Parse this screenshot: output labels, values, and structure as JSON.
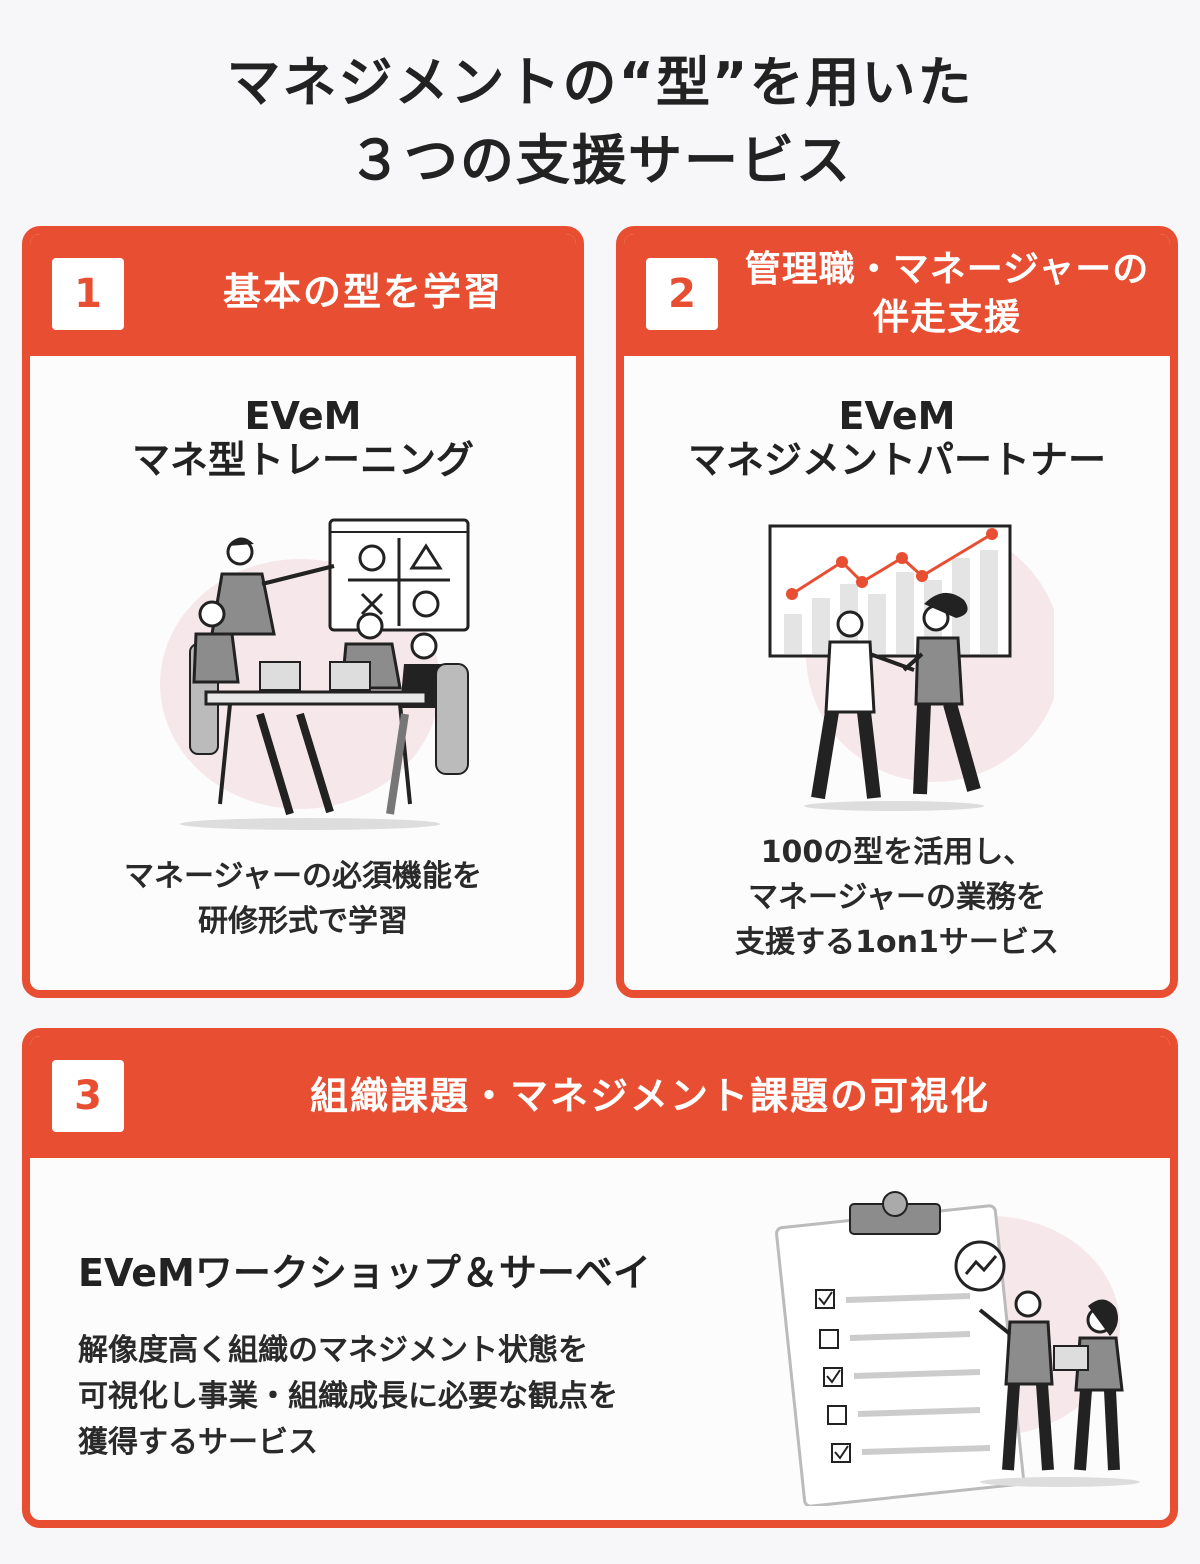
{
  "title": {
    "line1": "マネジメントの“型”を用いた",
    "line2": "３つの支援サービス"
  },
  "cards": [
    {
      "number": "1",
      "header": [
        "基本の型を学習"
      ],
      "product": [
        "EVeM",
        "マネ型トレーニング"
      ],
      "description": [
        "マネージャーの必須機能を",
        "研修形式で学習"
      ]
    },
    {
      "number": "2",
      "header": [
        "管理職・マネージャーの",
        "伴走支援"
      ],
      "product": [
        "EVeM",
        "マネジメントパートナー"
      ],
      "description": [
        "100の型を活用し、",
        "マネージャーの業務を",
        "支援する1on1サービス"
      ]
    },
    {
      "number": "3",
      "header": [
        "組織課題・マネジメント課題の可視化"
      ],
      "product": [
        "EVeMワークショップ＆サーベイ"
      ],
      "description": [
        "解像度高く組織のマネジメント状態を",
        "可視化し事業・組織成長に必要な観点を",
        "獲得するサービス"
      ]
    }
  ],
  "colors": {
    "accent": "#e84f32",
    "background": "#f7f6f8",
    "text": "#222222"
  },
  "icons": [
    "team-meeting-illustration",
    "handshake-growth-chart-illustration",
    "clipboard-survey-illustration"
  ]
}
